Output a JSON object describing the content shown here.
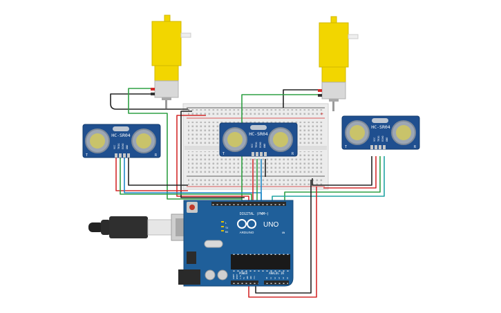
{
  "sensors": {
    "left": {
      "model": "HC-SR04",
      "pins": [
        "VCC",
        "TRIG",
        "ECHO",
        "GND"
      ],
      "mark_t": "T",
      "mark_r": "R"
    },
    "center": {
      "model": "HC-SR04",
      "pins": [
        "VCC",
        "TRIG",
        "ECHO",
        "GND"
      ],
      "mark_t": "T",
      "mark_r": "R"
    },
    "right": {
      "model": "HC-SR04",
      "pins": [
        "VCC",
        "TRIG",
        "ECHO",
        "GND"
      ],
      "mark_t": "T",
      "mark_r": "R"
    }
  },
  "arduino": {
    "model": "UNO",
    "brand": "ARDUINO",
    "digital_label": "DIGITAL (PWM~)",
    "power_label": "POWER",
    "analog_label": "ANALOG IN",
    "on_label": "ON",
    "tx_label": "TX",
    "rx_label": "RX",
    "l_label": "L",
    "power_pins": [
      "IOREF",
      "RESET",
      "3.3V",
      "5V",
      "GND",
      "GND",
      "Vin"
    ],
    "analog_pins": [
      "A0",
      "A1",
      "A2",
      "A3",
      "A4",
      "A5"
    ]
  },
  "breadboard": {
    "plus": "+",
    "minus": "-"
  },
  "colors": {
    "wire_red": "#d42a2a",
    "wire_black": "#222222",
    "wire_green": "#2ea043",
    "wire_blue": "#1e88c8",
    "wire_teal": "#20a3a3",
    "board_blue": "#1f5f9a",
    "sensor_blue": "#1f4f8f",
    "motor_yellow": "#f2d600"
  }
}
